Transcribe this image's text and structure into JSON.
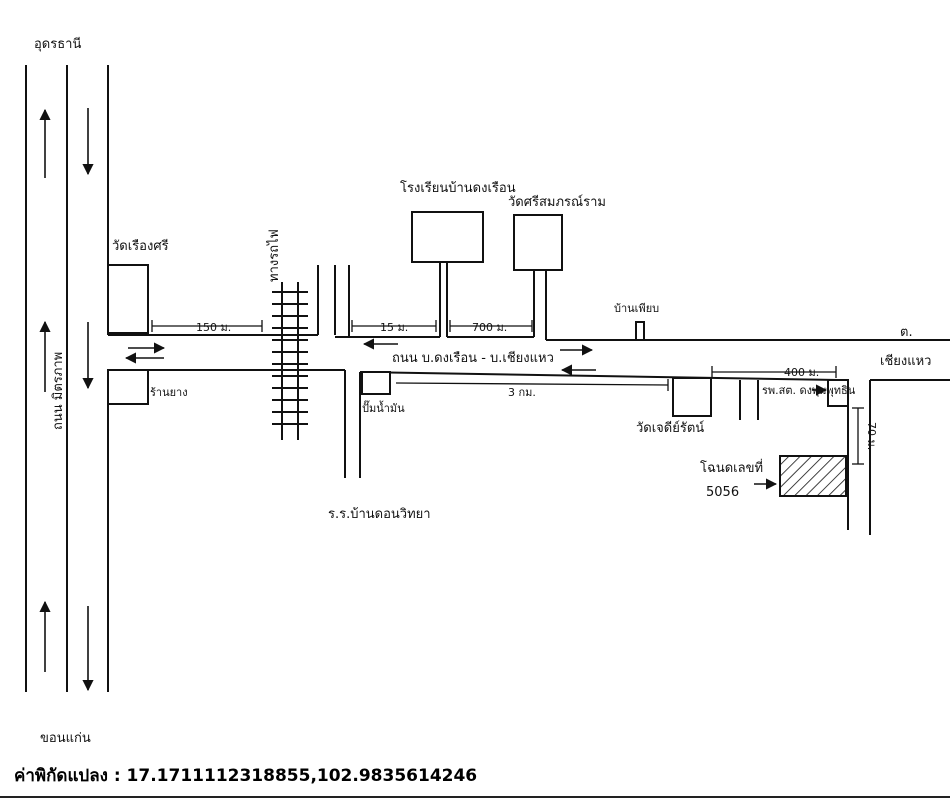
{
  "places": {
    "north_city": "อุดรธานี",
    "south_city": "ขอนแก่น",
    "highway": "ถนน มิตรภาพ",
    "temple_left": "วัดเรืองศรี",
    "rubber_shop": "ร้านยาง",
    "railway": "ทางรถไฟ",
    "school": "โรงเรียนบ้านดงเรือน",
    "temple_upper": "วัดศรีสมภรณ์ราม",
    "house": "บ้านเพียบ",
    "tambon": "ต.",
    "chiang_waeng": "เชียงแหว",
    "main_road": "ถนน บ.ดงเรือน - บ.เชียงแหว",
    "gas_station": "ปั๊มน้ำมัน",
    "school_lower": "ร.ร.บ้านดอนวิทยา",
    "temple_lower": "วัดเจดีย์รัตน์",
    "clinic": "รพ.สต. ดงพุมพุทธิน",
    "land_label": "โฉนดเลขที่",
    "land_number": "5056"
  },
  "distances": {
    "d150": "150 ม.",
    "d15": "15 ม.",
    "d700": "700 ม.",
    "d3km": "3 กม.",
    "d400": "400 ม.",
    "d70": "70 ม."
  },
  "footer": {
    "coord_label": "ค่าพิกัดแปลง : 17.1711112318855,102.9835614246"
  }
}
